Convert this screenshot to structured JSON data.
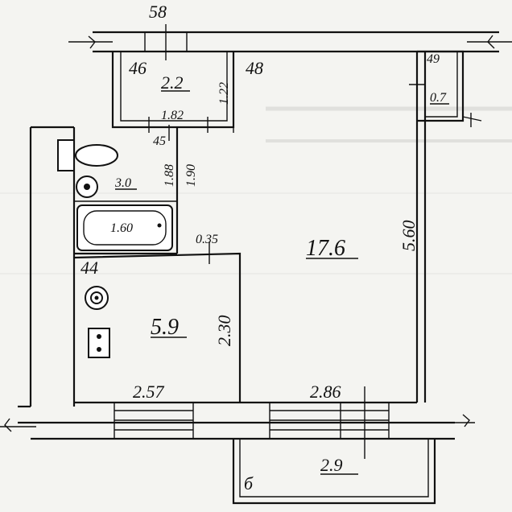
{
  "labels": {
    "top_width": "58",
    "wall_46": "46",
    "wall_48": "48",
    "wall_49": "49",
    "wall_45": "45",
    "wall_44": "44",
    "wall_035": "0.35",
    "room_area_storage": "2.2",
    "room_area_closet": "0.7",
    "room_area_wc": "3.0",
    "room_area_kitchen": "5.9",
    "room_area_living": "17.6",
    "dim_182": "1.82",
    "dim_122": "1.22",
    "dim_188": "1.88",
    "dim_190": "1.90",
    "bathtub_len": "1.60",
    "dim_230": "2.30",
    "dim_560": "5.60",
    "dim_257": "2.57",
    "dim_286": "2.86",
    "dim_29": "2.9",
    "balcony_mark": "б"
  },
  "colors": {
    "ink": "#111111",
    "paper": "#f4f4f1"
  }
}
